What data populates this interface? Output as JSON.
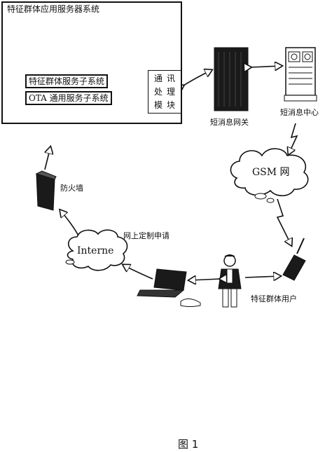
{
  "server_system": {
    "title": "特征群体应用服务器系统",
    "subsystem_1": "特征群体服务子系统",
    "subsystem_2": "OTA 通用服务子系统",
    "comm_module": [
      "通",
      "讯",
      "处",
      "理",
      "模",
      "块"
    ]
  },
  "labels": {
    "sms_gateway": "短消息网关",
    "sms_center": "短消息中心",
    "gsm_network": "GSM 网",
    "firewall": "防火墙",
    "internet": "Interne",
    "online_request": "网上定制申请",
    "user": "特征群体用户"
  },
  "caption": "图 1"
}
